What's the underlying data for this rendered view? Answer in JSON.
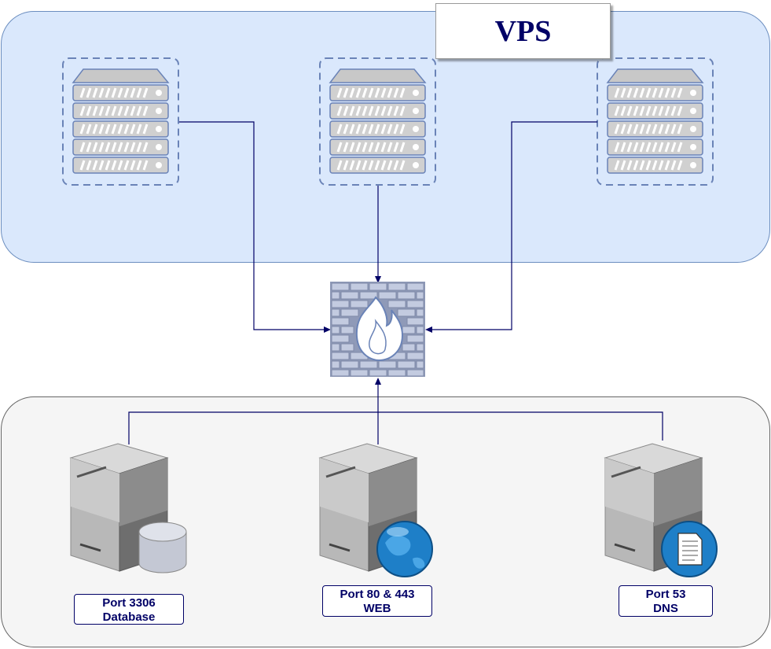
{
  "vps": {
    "title": "VPS"
  },
  "servers": [
    {
      "port_label": "Port 3306",
      "service_label": "Database",
      "badge": "database-icon"
    },
    {
      "port_label": "Port 80 & 443",
      "service_label": "WEB",
      "badge": "globe-icon"
    },
    {
      "port_label": "Port 53",
      "service_label": "DNS",
      "badge": "dns-document-icon"
    }
  ],
  "vps_servers": [
    "rack-server-icon",
    "rack-server-icon",
    "rack-server-icon"
  ],
  "firewall": {
    "icon": "firewall-icon"
  },
  "colors": {
    "vps_zone_fill": "#dae8fc",
    "vps_zone_stroke": "#6c8ebf",
    "client_zone_fill": "#f5f5f5",
    "connector": "#000066",
    "title_text": "#000066"
  }
}
